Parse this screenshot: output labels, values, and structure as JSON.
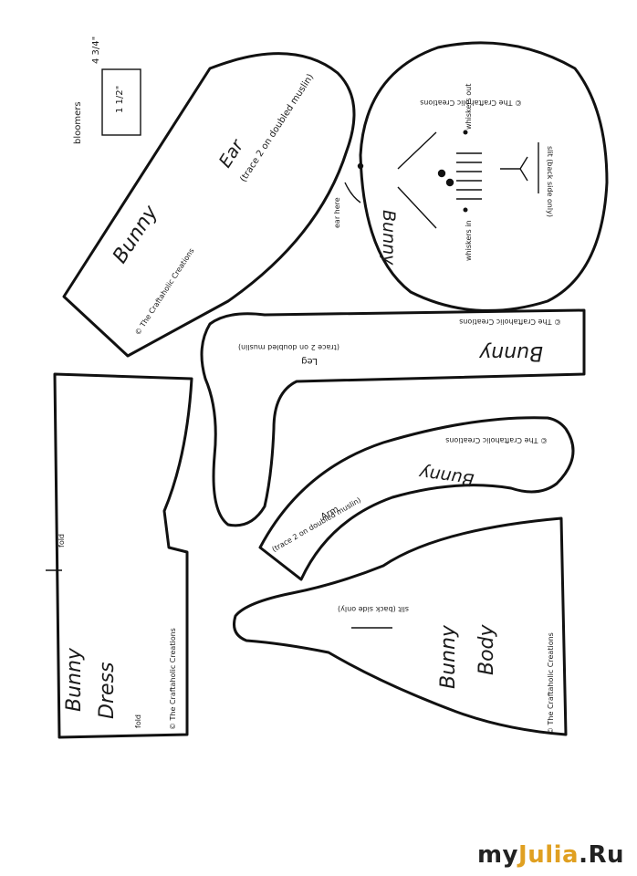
{
  "bloomers": {
    "title": "bloomers",
    "measure_width": "4 3/4\"",
    "measure_height": "1 1/2\""
  },
  "ear": {
    "name": "Bunny",
    "title": "Ear",
    "instruction": "(trace 2 on doubled muslin)",
    "credit": "© The Craftaholic Creations"
  },
  "head": {
    "name": "Bunny",
    "credit": "© The Craftaholic Creations",
    "whiskers_top": "whiskers out",
    "whiskers_bottom": "whiskers in",
    "slit": "slit (back side only)",
    "ear_mark": "ear here"
  },
  "leg": {
    "name": "Bunny",
    "title": "Leg",
    "instruction": "(trace 2 on doubled muslin)",
    "credit": "© The Craftaholic Creations"
  },
  "arm": {
    "name": "Bunny",
    "title": "Arm",
    "instruction": "(trace 2 on doubled muslin)",
    "credit": "© The Craftaholic Creations"
  },
  "dress": {
    "name": "Bunny",
    "title": "Dress",
    "fold_top": "fold",
    "fold_bottom": "fold",
    "credit": "© The Craftaholic Creations"
  },
  "body": {
    "name": "Bunny",
    "title": "Body",
    "slit": "slit (back side only)",
    "credit": "© The Craftaholic Creations"
  },
  "watermark": {
    "part1": "my",
    "part2": "Julia",
    "part3": ".Ru"
  }
}
